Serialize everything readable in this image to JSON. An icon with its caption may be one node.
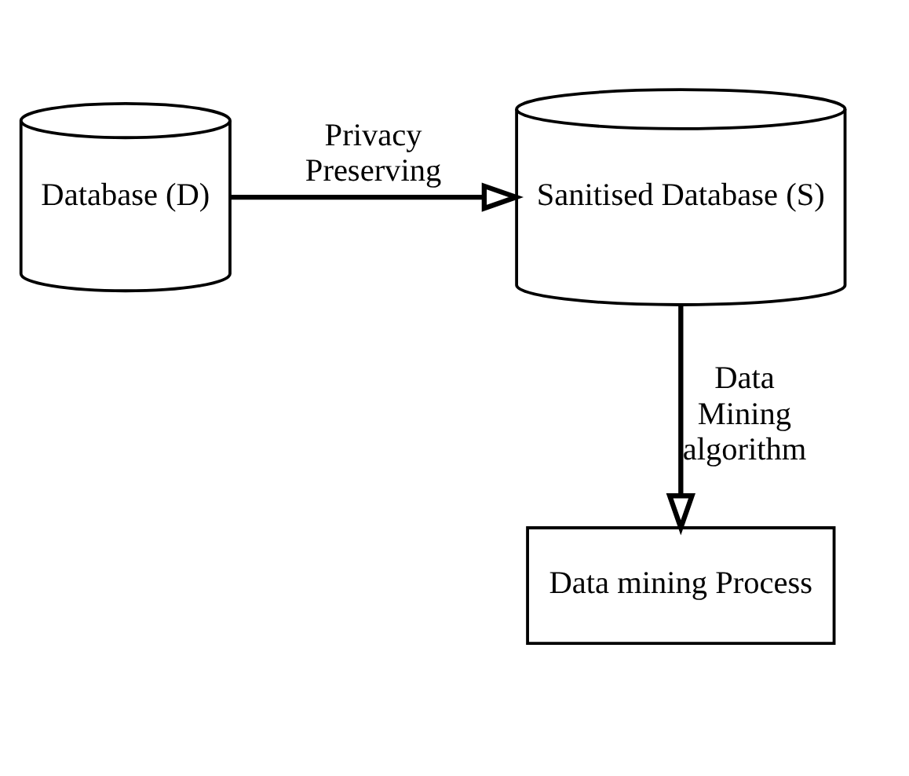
{
  "diagram": {
    "nodes": [
      {
        "text": [
          "Database (D)"
        ]
      },
      {
        "text": [
          "Sanitised Database (S)"
        ]
      },
      {
        "text": [
          "Data mining Process"
        ]
      }
    ],
    "edges": [
      {
        "from": 0,
        "to": 1,
        "arrow": "to",
        "label": "Privacy Preserving"
      },
      {
        "from": 1,
        "to": 2,
        "arrow": "to",
        "label": "Data Mining algorithm"
      }
    ]
  }
}
